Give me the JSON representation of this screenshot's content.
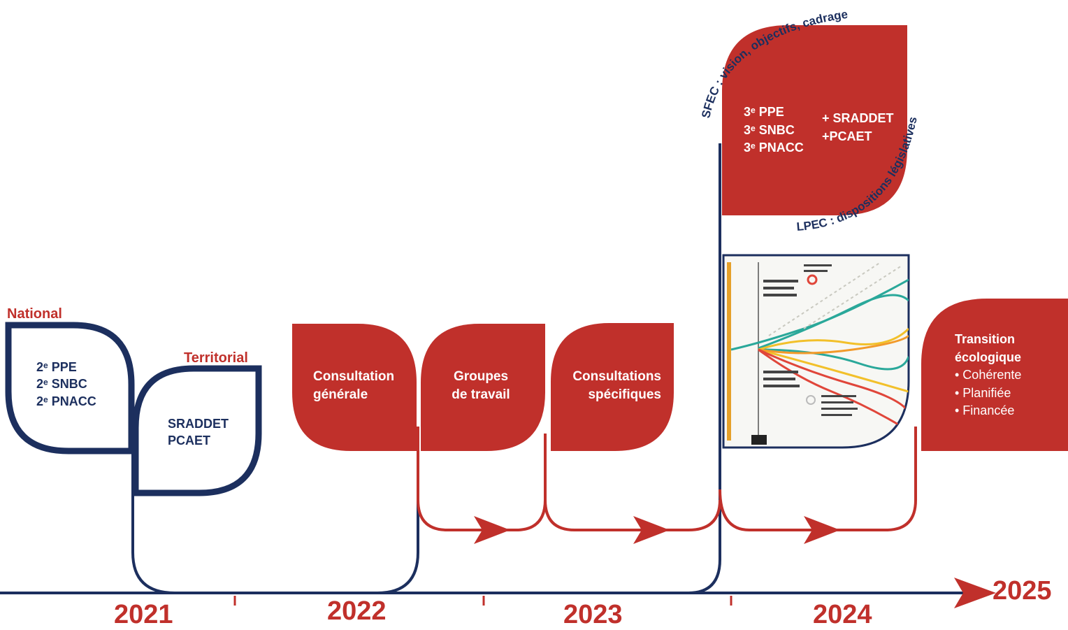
{
  "labels": {
    "national": "National",
    "territorial": "Territorial"
  },
  "national_leaf": {
    "lines": [
      "2ᵉ PPE",
      "2ᵉ SNBC",
      "2ᵉ PNACC"
    ]
  },
  "territorial_leaf": {
    "lines": [
      "SRADDET",
      "PCAET"
    ]
  },
  "steps": {
    "consultation_generale": {
      "lines": [
        "Consultation",
        "générale"
      ]
    },
    "groupes_travail": {
      "lines": [
        "Groupes",
        "de travail"
      ]
    },
    "consultations_specifiques": {
      "lines": [
        "Consultations",
        "spécifiques"
      ]
    }
  },
  "plan_leaf": {
    "left_lines": [
      "3ᵉ PPE",
      "3ᵉ SNBC",
      "3ᵉ PNACC"
    ],
    "right_lines": [
      "+ SRADDET",
      "+PCAET"
    ],
    "arc_top": "SFEC : vision, objectifs, cadrage",
    "arc_right": "LPEC : dispositions législatives"
  },
  "transition_leaf": {
    "title_lines": [
      "Transition",
      "écologique"
    ],
    "bullets": [
      "• Cohérente",
      "• Planifiée",
      "• Financée"
    ]
  },
  "years": [
    "2021",
    "2022",
    "2023",
    "2024",
    "2025"
  ],
  "colors": {
    "red": "#c0302b",
    "navy": "#1c2f5e",
    "white": "#ffffff"
  },
  "icons": [
    "arrow-head",
    "climate-scenario-chart-image"
  ]
}
